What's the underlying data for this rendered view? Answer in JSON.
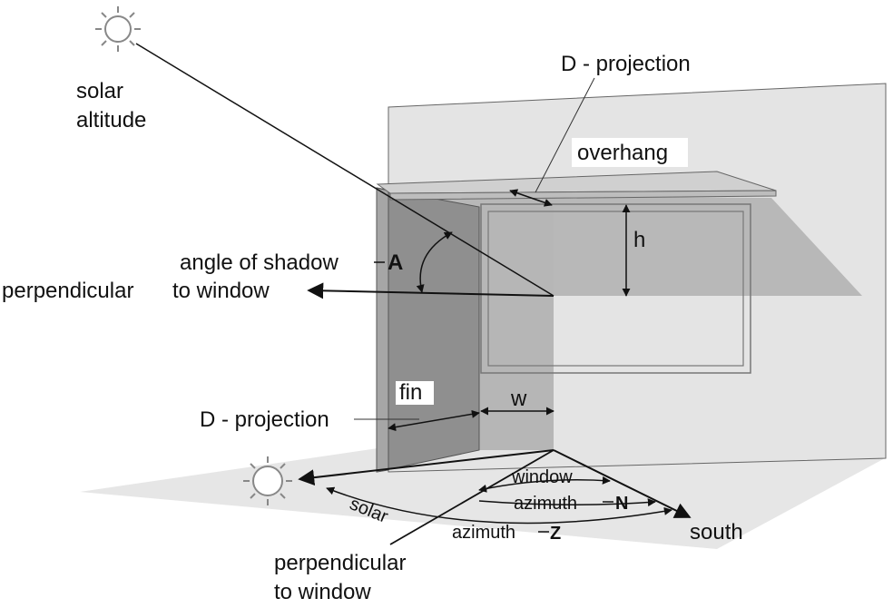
{
  "diagram": {
    "labels": {
      "solar_altitude_line1": "solar",
      "solar_altitude_line2": "altitude",
      "d_projection_top": "D - projection",
      "overhang": "overhang",
      "h": "h",
      "angle_of_shadow": "angle of shadow",
      "angle_symbol": "A",
      "perpendicular_left": "perpendicular",
      "perpendicular_left_2": "to window",
      "fin": "fin",
      "w": "w",
      "d_projection_side": "D - projection",
      "window": "window",
      "window_azimuth": "azimuth",
      "window_azimuth_symbol": "N",
      "solar": "solar",
      "solar_azimuth": "azimuth",
      "solar_azimuth_symbol": "Z",
      "south": "south",
      "perpendicular_bottom_1": "perpendicular",
      "perpendicular_bottom_2": "to window"
    },
    "icons": {
      "top_sun": "sun-icon",
      "ground_sun": "sun-icon"
    },
    "colors": {
      "wall": "#e4e4e4",
      "ground": "#e6e6e6",
      "fin": "#8f8f8f",
      "shadow": "#b3b3b3",
      "overhang": "#cfcfcf",
      "window_frame": "#cfcfcf",
      "line": "#111111"
    }
  }
}
